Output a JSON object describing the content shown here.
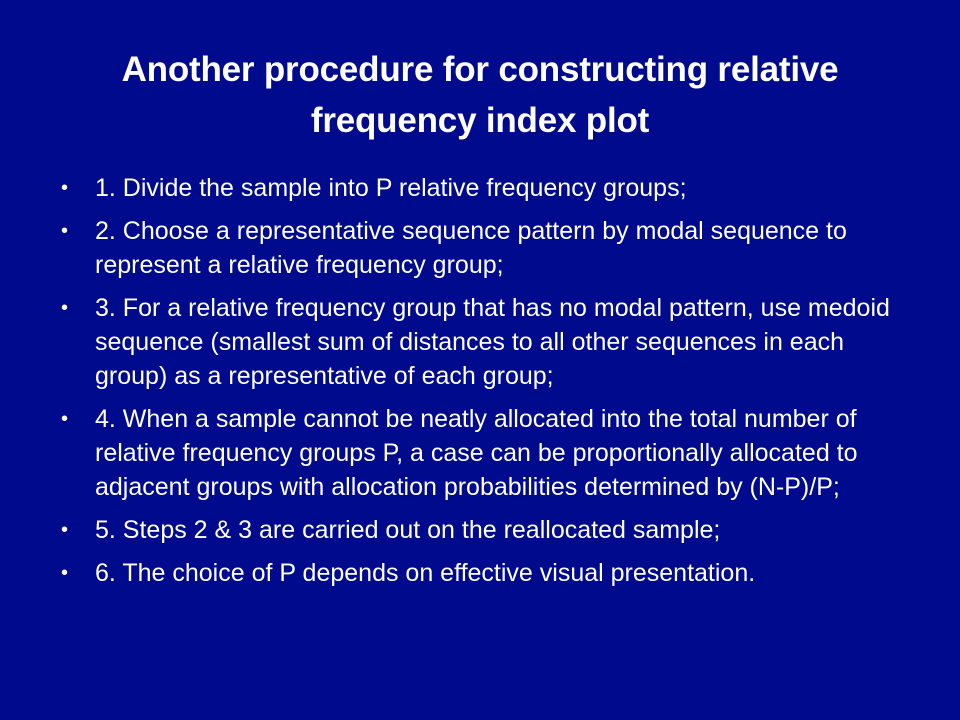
{
  "slide": {
    "title_lines": [
      "Another procedure for constructing relative",
      "frequency index plot"
    ],
    "bullet_symbol": "•",
    "bullets": [
      "1. Divide the sample into P relative frequency groups;",
      "2. Choose a representative sequence pattern by  modal sequence to represent a relative frequency group;",
      "3. For a relative frequency group that has no modal pattern, use medoid sequence (smallest sum of distances to all other sequences in each group) as a representative of each group;",
      "4. When a sample cannot be neatly allocated into the total number of relative frequency groups P, a case can be proportionally allocated to adjacent groups with allocation probabilities determined by (N-P)/P;",
      "5. Steps 2 & 3 are carried out on the reallocated sample;",
      "6. The choice of P depends on effective visual presentation."
    ],
    "colors": {
      "background": "#000a8c",
      "text": "#ffffff"
    }
  }
}
